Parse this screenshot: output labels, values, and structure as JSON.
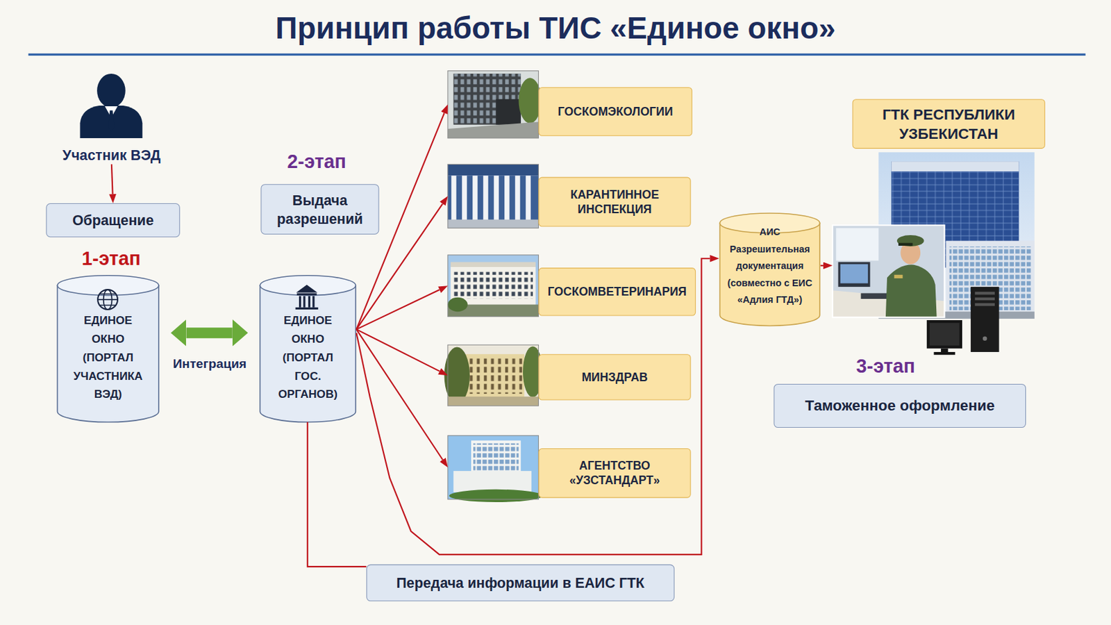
{
  "diagram": {
    "title": "Принцип работы ТИС «Единое окно»",
    "nodes": [
      {
        "text": [
          "Участник ВЭД"
        ]
      },
      {
        "text": [
          "Обращение"
        ]
      },
      {
        "text": [
          "ЕДИНОЕ ОКНО (ПОРТАЛ УЧАСТНИКА ВЭД)"
        ]
      },
      {
        "text": [
          "Выдача разрешений"
        ]
      },
      {
        "text": [
          "ЕДИНОЕ ОКНО (ПОРТАЛ ГОС. ОРГАНОВ)"
        ]
      },
      {
        "text": [
          "ГОСКОМЭКОЛОГИИ"
        ]
      },
      {
        "text": [
          "КАРАНТИННОЕ ИНСПЕКЦИЯ"
        ]
      },
      {
        "text": [
          "ГОСКОМВЕТЕРИНАРИЯ"
        ]
      },
      {
        "text": [
          "МИНЗДРАВ"
        ]
      },
      {
        "text": [
          "АГЕНТСТВО «УЗСТАНДАРТ»"
        ]
      },
      {
        "text": [
          "Передача информации в ЕАИС ГТК"
        ]
      },
      {
        "text": [
          "АИС Разрешительная документация (совместно с ЕИС «Адлия ГТД»)"
        ]
      },
      {
        "text": [
          "ГТК РЕСПУБЛИКИ УЗБЕКИСТАН"
        ]
      },
      {
        "text": [
          "Таможенное оформление"
        ]
      }
    ],
    "edges": [
      {
        "from": 0,
        "to": 1,
        "arrow": "to"
      },
      {
        "from": 2,
        "to": 4,
        "label": "Интеграция",
        "arrow": "both"
      },
      {
        "from": 4,
        "to": 5,
        "arrow": "to"
      },
      {
        "from": 4,
        "to": 6,
        "arrow": "to"
      },
      {
        "from": 4,
        "to": 7,
        "arrow": "to"
      },
      {
        "from": 4,
        "to": 8,
        "arrow": "to"
      },
      {
        "from": 4,
        "to": 9,
        "arrow": "to"
      },
      {
        "from": 4,
        "to": 10,
        "arrow": "none"
      },
      {
        "from": 4,
        "to": 11,
        "arrow": "to"
      },
      {
        "from": 11,
        "to": 12,
        "arrow": "to"
      }
    ],
    "labels": [
      "1-этап",
      "2-этап",
      "3-этап"
    ]
  }
}
